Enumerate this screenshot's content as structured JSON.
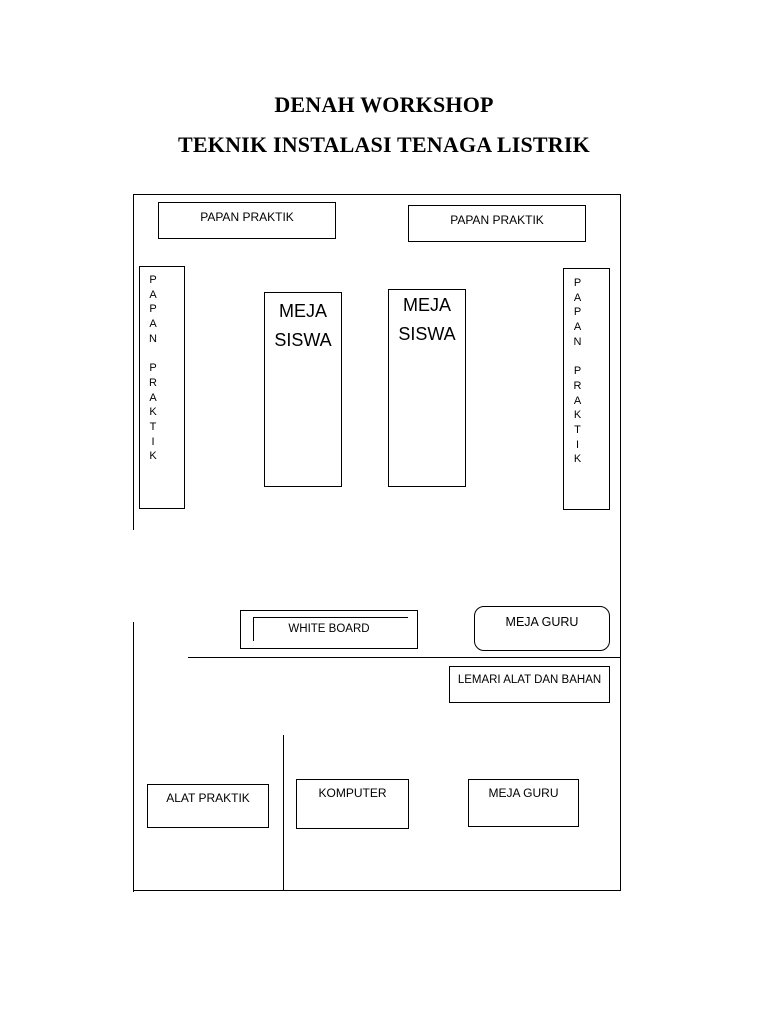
{
  "title_line1": "DENAH WORKSHOP",
  "title_line2": "TEKNIK INSTALASI TENAGA LISTRIK",
  "labels": {
    "papan_praktik_top_left": "PAPAN PRAKTIK",
    "papan_praktik_top_right": "PAPAN PRAKTIK",
    "papan_praktik_left_vertical": "P\nA\nP\nA\nN\n\nP\nR\nA\nK\nT\nI\nK",
    "papan_praktik_right_vertical": "P\nA\nP\nA\nN\n\nP\nR\nA\nK\nT\nI\nK",
    "meja_siswa_1": "MEJA\nSISWA",
    "meja_siswa_2": "MEJA\nSISWA",
    "white_board": "WHITE BOARD",
    "meja_guru_upper": "MEJA GURU",
    "lemari": "LEMARI ALAT DAN BAHAN",
    "alat_praktik": "ALAT PRAKTIK",
    "komputer": "KOMPUTER",
    "meja_guru_lower": "MEJA GURU"
  }
}
